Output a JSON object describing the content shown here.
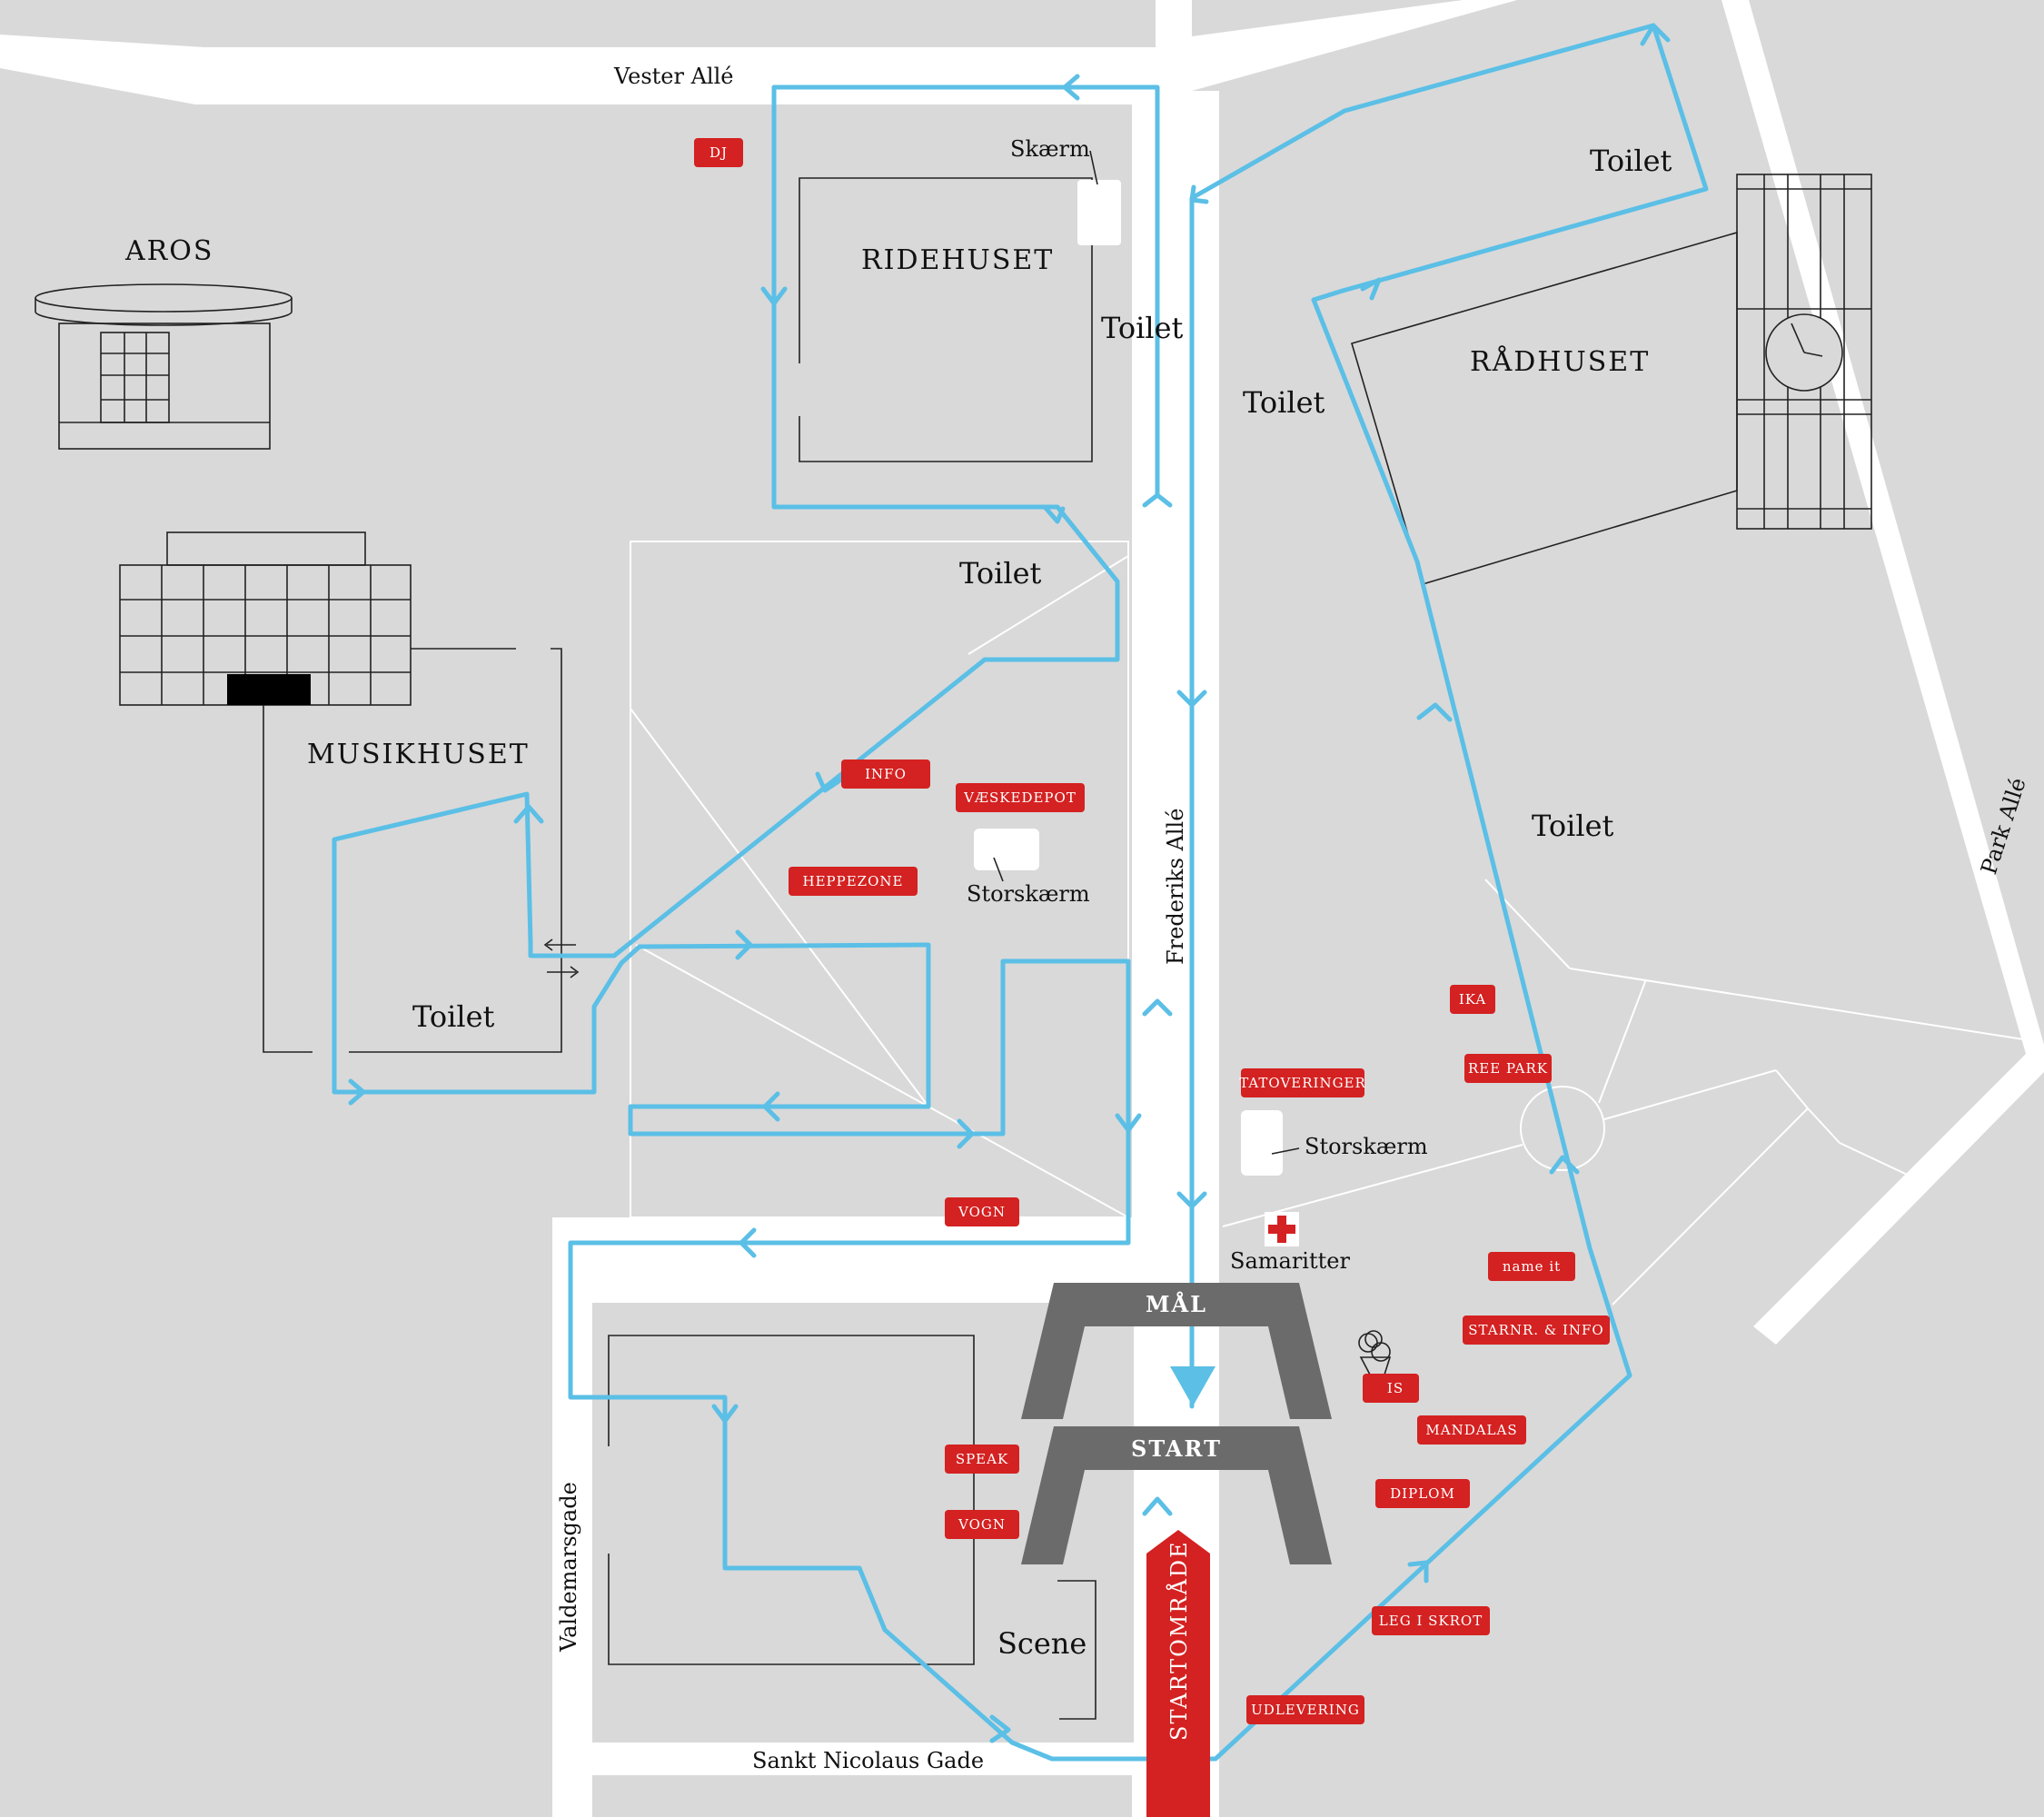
{
  "streets": {
    "vester_alle": "Vester Allé",
    "frederiks_alle": "Frederiks Allé",
    "park_alle": "Park Allé",
    "valdemarsgade": "Valdemarsgade",
    "sankt_nicolaus_gade": "Sankt Nicolaus Gade"
  },
  "buildings": {
    "aros": "AROS",
    "ridehuset": "RIDEHUSET",
    "musikhuset": "MUSIKHUSET",
    "raadhuset": "RÅDHUSET"
  },
  "labels": {
    "skaerm": "Skærm",
    "storskaerm_1": "Storskærm",
    "storskaerm_2": "Storskærm",
    "samaritter": "Samaritter",
    "scene": "Scene",
    "toilet": "Toilet"
  },
  "gates": {
    "finish": "MÅL",
    "start": "START",
    "start_area": "STARTOMRÅDE"
  },
  "tags": {
    "dj": "DJ",
    "info": "INFO",
    "vaeskedepot": "VÆSKEDEPOT",
    "heppezone": "HEPPEZONE",
    "vogn_1": "VOGN",
    "vogn_2": "VOGN",
    "speak": "SPEAK",
    "ika": "IKA",
    "ree_park": "REE PARK",
    "tatoveringer": "TATOVERINGER",
    "name_it": "name it",
    "startnr_info": "STARNR. & INFO",
    "is": "IS",
    "mandalas": "MANDALAS",
    "diplom": "DIPLOM",
    "leg_i_skrot": "LEG I SKROT",
    "udlevering": "UDLEVERING"
  },
  "colors": {
    "background": "#d9d9d9",
    "road": "#ffffff",
    "route": "#5bbfe6",
    "tag": "#d42121",
    "gate": "#6b6b6b"
  }
}
